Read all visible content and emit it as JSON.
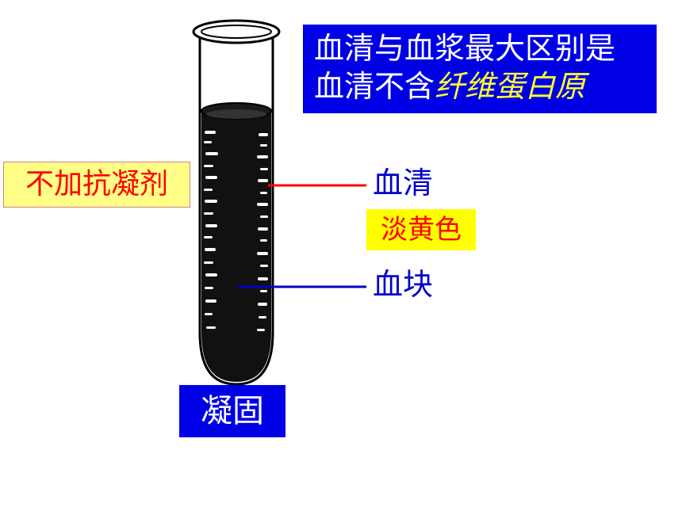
{
  "info": {
    "line1": "血清与血浆最大区别是",
    "line2_prefix": "血清不含",
    "line2_highlight": "纤维蛋白原"
  },
  "labels": {
    "no_anticoagulant": "不加抗凝剂",
    "serum": "血清",
    "pale_yellow": "淡黄色",
    "clot": "血块",
    "coagulation": "凝固"
  },
  "colors": {
    "blue_box": "#0000e6",
    "highlight_text": "#ffff33",
    "serum_pointer": "#ff0000",
    "clot_pointer": "#0000cc",
    "yellow_tag": "#ffff00"
  },
  "icons": [
    "test-tube-icon"
  ]
}
